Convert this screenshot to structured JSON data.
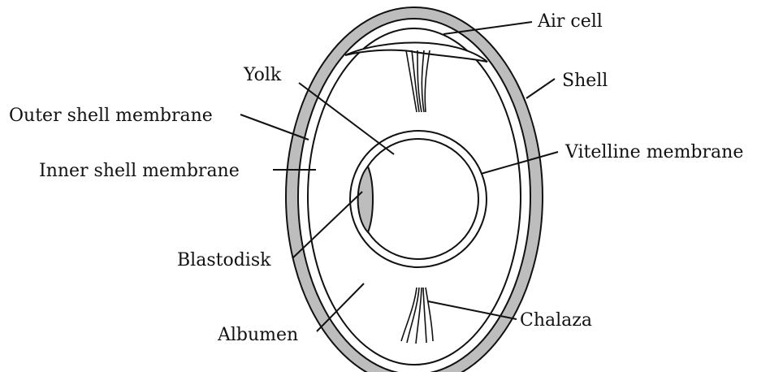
{
  "labels": {
    "air_cell": "Air cell",
    "shell": "Shell",
    "yolk": "Yolk",
    "outer_shell_membrane": "Outer shell membrane",
    "inner_shell_membrane": "Inner shell membrane",
    "vitelline_membrane": "Vitelline membrane",
    "blastodisk": "Blastodisk",
    "albumen": "Albumen",
    "chalaza": "Chalaza"
  },
  "colors": {
    "shell_fill": "#bdbdbd",
    "outline": "#111111",
    "background": "#ffffff"
  }
}
